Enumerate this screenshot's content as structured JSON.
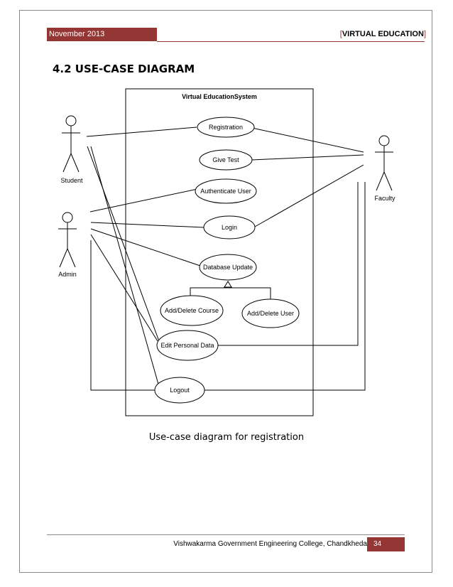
{
  "header": {
    "date": "November 2013",
    "title_open": "[",
    "title": "VIRTUAL EDUCATION",
    "title_close": "]"
  },
  "section_heading": "4.2 USE-CASE DIAGRAM",
  "diagram": {
    "system_label": "Virtual EducationSystem",
    "actors": {
      "student": "Student",
      "admin": "Admin",
      "faculty": "Faculty"
    },
    "use_cases": {
      "registration": "Registration",
      "give_test": "Give Test",
      "authenticate_user": "Authenticate User",
      "login": "Login",
      "database_update": "Database Update",
      "add_delete_course": "Add/Delete Course",
      "add_delete_user": "Add/Delete User",
      "edit_personal_data": "Edit Personal Data",
      "logout": "Logout"
    }
  },
  "caption": "Use-case diagram for registration",
  "footer": {
    "college": "Vishwakarma Government Engineering College, Chandkheda",
    "page_number": "34"
  },
  "colors": {
    "accent": "#943634"
  }
}
